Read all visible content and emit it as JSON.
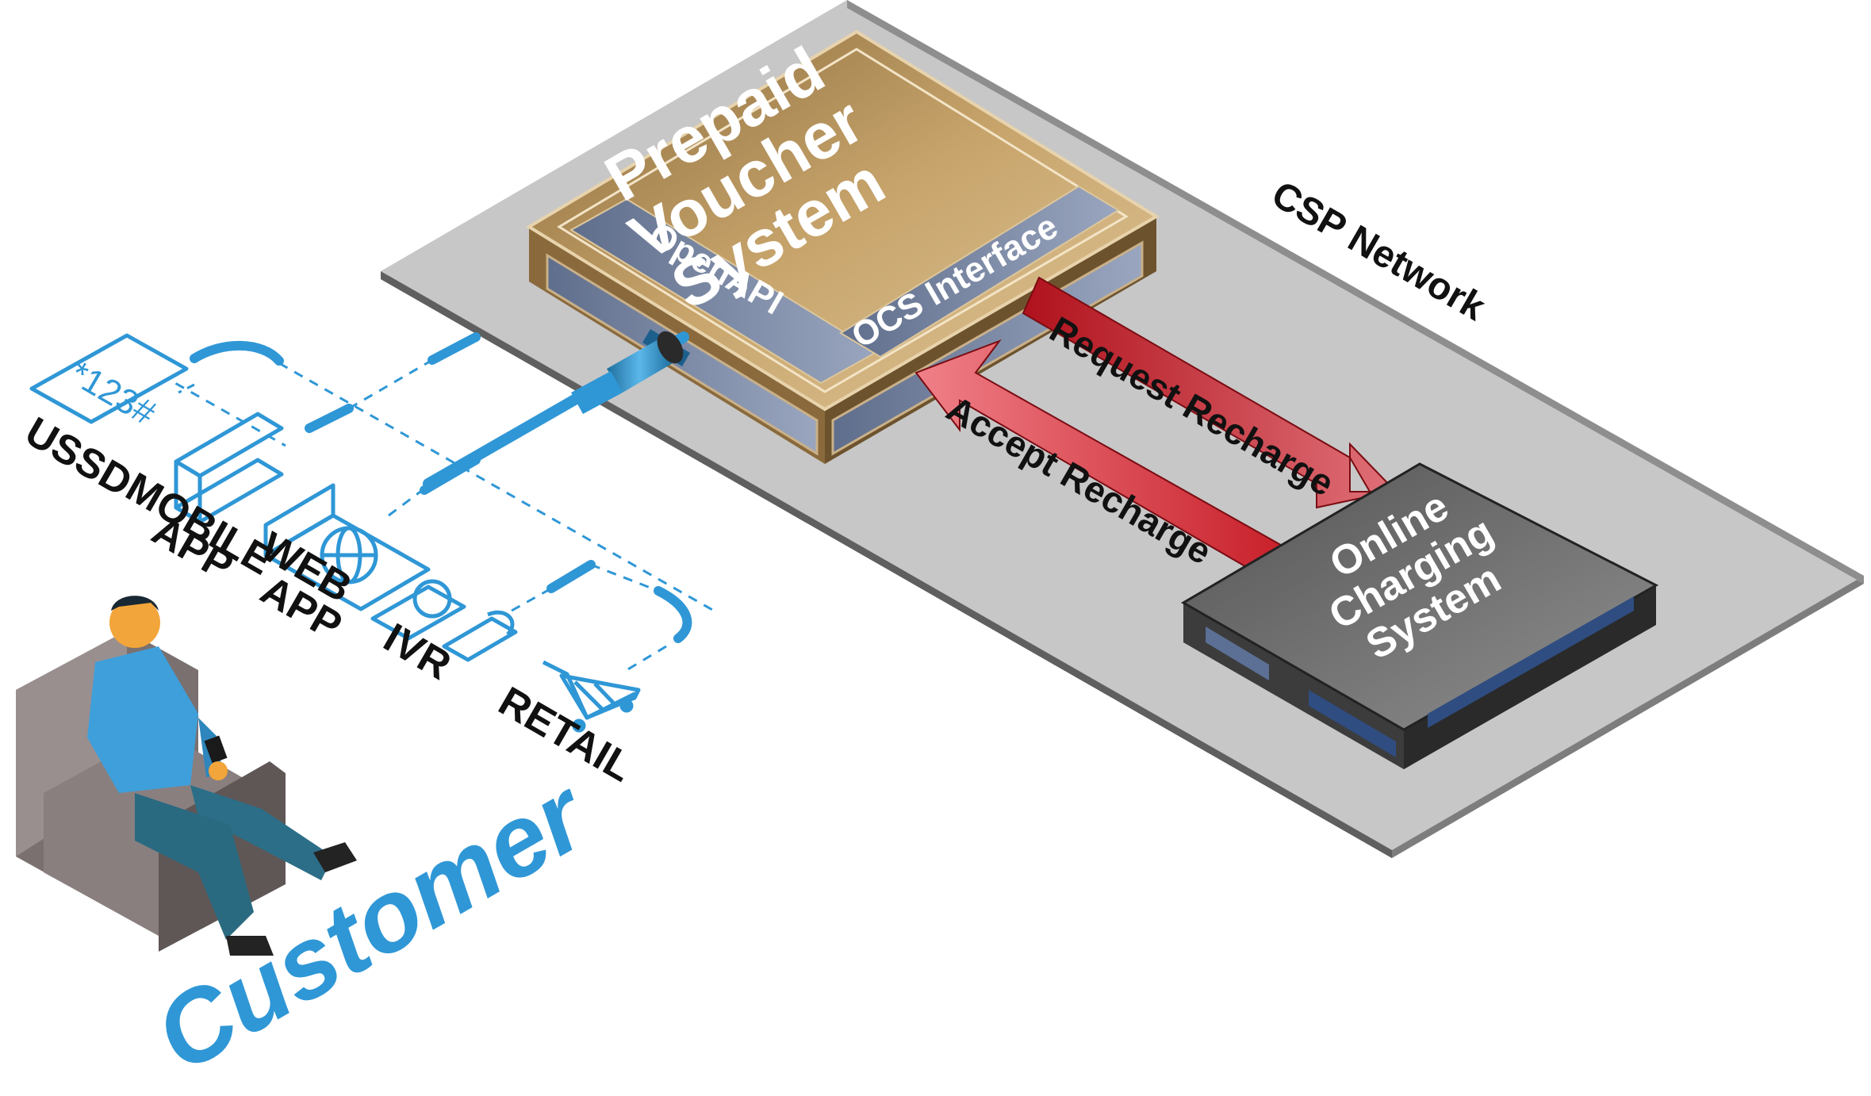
{
  "network_label": "CSP Network",
  "pvs": {
    "title_lines": [
      "Prepaid",
      "Voucher",
      "System"
    ],
    "openapi_label": "OpenAPI",
    "ocs_interface_label": "OCS Interface"
  },
  "ocs": {
    "title_lines": [
      "Online",
      "Charging",
      "System"
    ]
  },
  "arrows": {
    "request_label": "Request Recharge",
    "accept_label": "Accept Recharge"
  },
  "channels": {
    "ussd_code": "*123#",
    "ussd_label": "USSD",
    "mobile_label_1": "MOBILE",
    "mobile_label_2": "APP",
    "web_label_1": "WEB",
    "web_label_2": "APP",
    "ivr_label": "IVR",
    "retail_label": "RETAIL"
  },
  "customer_label": "Customer",
  "colors": {
    "accent_blue": "#2f97d6",
    "plate_gray": "#a3a3a3",
    "pvs_gold": "#b8955b",
    "pvs_panel": "#6f7e9a",
    "ocs_dark": "#3a3a3a",
    "arrow_red": "#c9202a"
  }
}
